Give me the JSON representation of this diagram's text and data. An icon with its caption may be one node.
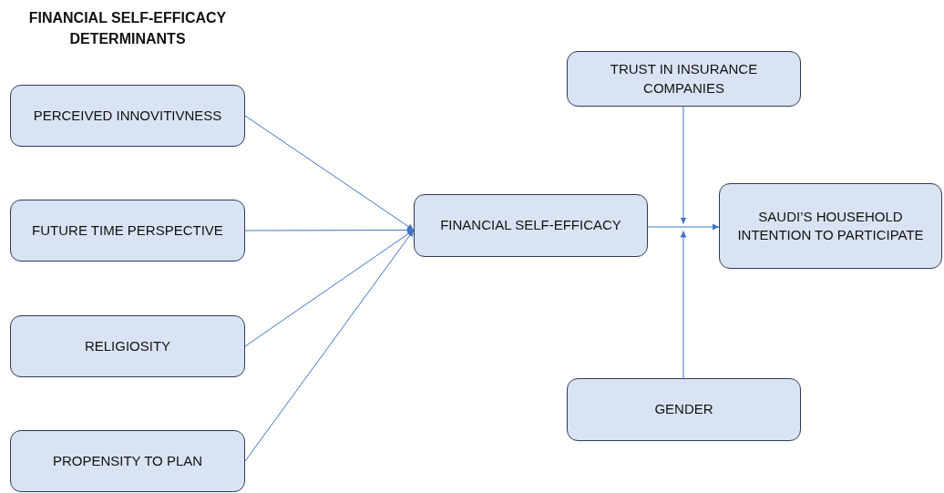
{
  "diagram": {
    "title": "FINANCIAL SELF-EFFICACY DETERMINANTS",
    "nodes": [
      {
        "text": [
          "PERCEIVED INNOVITIVNESS"
        ]
      },
      {
        "text": [
          "FUTURE TIME PERSPECTIVE"
        ]
      },
      {
        "text": [
          "RELIGIOSITY"
        ]
      },
      {
        "text": [
          "PROPENSITY TO PLAN"
        ]
      },
      {
        "text": [
          "FINANCIAL SELF-EFFICACY"
        ]
      },
      {
        "text": [
          "TRUST IN INSURANCE COMPANIES"
        ]
      },
      {
        "text": [
          "SAUDI’S HOUSEHOLD INTENTION TO PARTICIPATE"
        ]
      },
      {
        "text": [
          "GENDER"
        ]
      }
    ],
    "edges": [
      {
        "from": 0,
        "to": 4,
        "arrow": "to"
      },
      {
        "from": 1,
        "to": 4,
        "arrow": "to"
      },
      {
        "from": 2,
        "to": 4,
        "arrow": "to"
      },
      {
        "from": 3,
        "to": 4,
        "arrow": "to"
      },
      {
        "from": 4,
        "to": 6,
        "arrow": "to"
      },
      {
        "from": 5,
        "to": null,
        "arrow": "to"
      },
      {
        "from": 7,
        "to": null,
        "arrow": "to"
      }
    ]
  }
}
